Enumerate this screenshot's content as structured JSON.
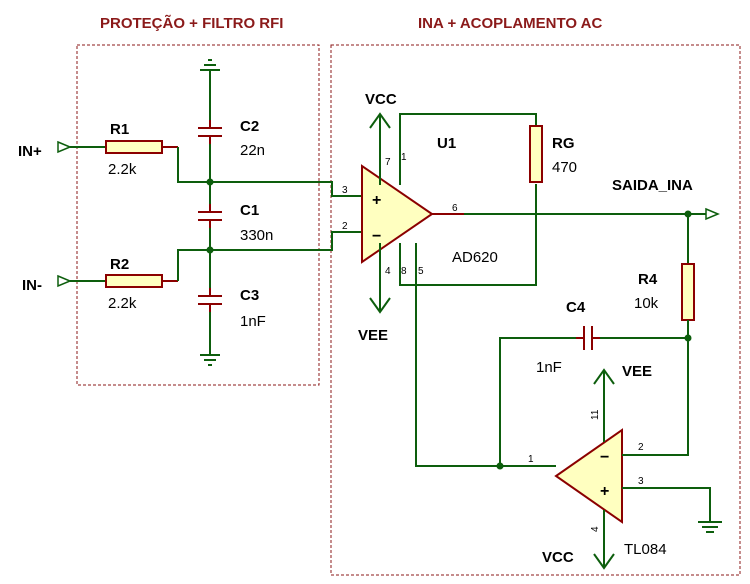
{
  "sections": {
    "left_title": "PROTEÇÃO + FILTRO RFI",
    "right_title": "INA + ACOPLAMENTO AC"
  },
  "ports": {
    "in_plus": "IN+",
    "in_minus": "IN-",
    "output": "SAIDA_INA"
  },
  "power": {
    "vcc_top": "VCC",
    "vee_left": "VEE",
    "vee_right": "VEE",
    "vcc_bottom": "VCC"
  },
  "components": {
    "R1": {
      "ref": "R1",
      "value": "2.2k"
    },
    "R2": {
      "ref": "R2",
      "value": "2.2k"
    },
    "C1": {
      "ref": "C1",
      "value": "330n"
    },
    "C2": {
      "ref": "C2",
      "value": "22n"
    },
    "C3": {
      "ref": "C3",
      "value": "1nF"
    },
    "RG": {
      "ref": "RG",
      "value": "470"
    },
    "R4": {
      "ref": "R4",
      "value": "10k"
    },
    "C4": {
      "ref": "C4",
      "value": "1nF"
    },
    "U1": {
      "ref": "U1",
      "value": "AD620"
    },
    "U2": {
      "value": "TL084"
    }
  },
  "pins": {
    "u1_in_plus": "3",
    "u1_in_minus": "2",
    "u1_out": "6",
    "u1_vcc": "7",
    "u1_rg1": "1",
    "u1_vee": "4",
    "u1_rg8": "8",
    "u1_ref": "5",
    "u2_out": "1",
    "u2_in_minus": "2",
    "u2_in_plus": "3",
    "u2_vee": "11",
    "u2_vcc": "4"
  },
  "colors": {
    "wire": "#0d5e0d",
    "component": "#8b0000",
    "body_fill": "#ffffc0",
    "title": "#8b1a1a"
  }
}
